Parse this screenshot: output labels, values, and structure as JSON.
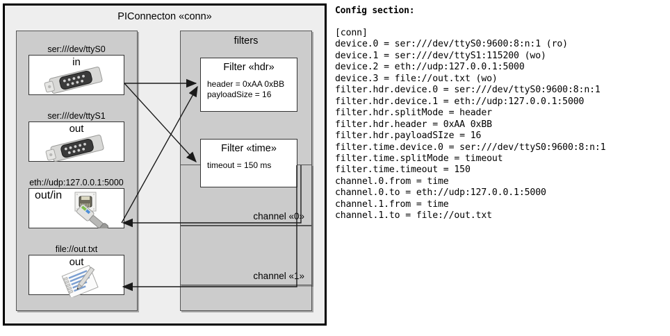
{
  "diagram": {
    "title": "PIConnecton «conn»",
    "devices_panel": {
      "name": "devices",
      "items": [
        {
          "label": "ser:///dev/ttyS0",
          "word": "in",
          "icon": "serial-db9-icon"
        },
        {
          "label": "ser:///dev/ttyS1",
          "word": "out",
          "icon": "serial-db9-icon"
        },
        {
          "label": "eth://udp:127.0.0.1:5000",
          "word": "out/in",
          "icon": "ethernet-rj45-icon"
        },
        {
          "label": "file://out.txt",
          "word": "out",
          "icon": "file-notepad-icon"
        }
      ]
    },
    "filters_panel": {
      "title": "filters",
      "filters": [
        {
          "title": "Filter «hdr»",
          "props": [
            "header = 0xAA 0xBB",
            "payloadSize = 16"
          ]
        },
        {
          "title": "Filter «time»",
          "props": [
            "timeout = 150 ms"
          ]
        }
      ],
      "channels": [
        {
          "label": "channel «0»"
        },
        {
          "label": "channel «1»"
        }
      ]
    }
  },
  "config": {
    "heading": "Config section:",
    "lines": [
      "[conn]",
      "device.0 = ser:///dev/ttyS0:9600:8:n:1 (ro)",
      "device.1 = ser:///dev/ttyS1:115200 (wo)",
      "device.2 = eth://udp:127.0.0.1:5000",
      "device.3 = file://out.txt (wo)",
      "filter.hdr.device.0 = ser:///dev/ttyS0:9600:8:n:1",
      "filter.hdr.device.1 = eth://udp:127.0.0.1:5000",
      "filter.hdr.splitMode = header",
      "filter.hdr.header = 0xAA 0xBB",
      "filter.hdr.payloadSIze = 16",
      "filter.time.device.0 = ser:///dev/ttyS0:9600:8:n:1",
      "filter.time.splitMode = timeout",
      "filter.time.timeout = 150",
      "channel.0.from = time",
      "channel.0.to = eth://udp:127.0.0.1:5000",
      "channel.1.from = time",
      "channel.1.to = file://out.txt"
    ]
  },
  "colors": {
    "frame_bg": "#eeeeee",
    "panel_bg": "#cccccc",
    "box_bg": "#ffffff",
    "line": "#1a1a1a"
  }
}
